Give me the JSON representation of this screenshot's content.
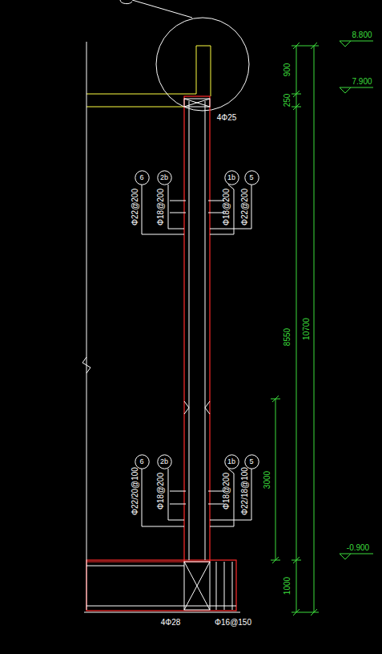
{
  "diagram": {
    "nodes": [
      {
        "text": [
          "6"
        ]
      },
      {
        "text": [
          "2b"
        ]
      },
      {
        "text": [
          "1b"
        ]
      },
      {
        "text": [
          "5"
        ]
      },
      {
        "text": [
          "6"
        ]
      },
      {
        "text": [
          "2b"
        ]
      },
      {
        "text": [
          "1b"
        ]
      },
      {
        "text": [
          "5"
        ]
      }
    ],
    "labels": [
      "8.800",
      "7.900",
      "900",
      "250",
      "8550",
      "10700",
      "3000",
      "1000",
      "-0.900",
      "4Φ25",
      "Φ22@200",
      "Φ18@200",
      "Φ18@200",
      "Φ22@200",
      "Φ22/20@100",
      "Φ18@200",
      "Φ18@200",
      "Φ22/18@100",
      "4Φ28",
      "Φ16@150"
    ]
  }
}
